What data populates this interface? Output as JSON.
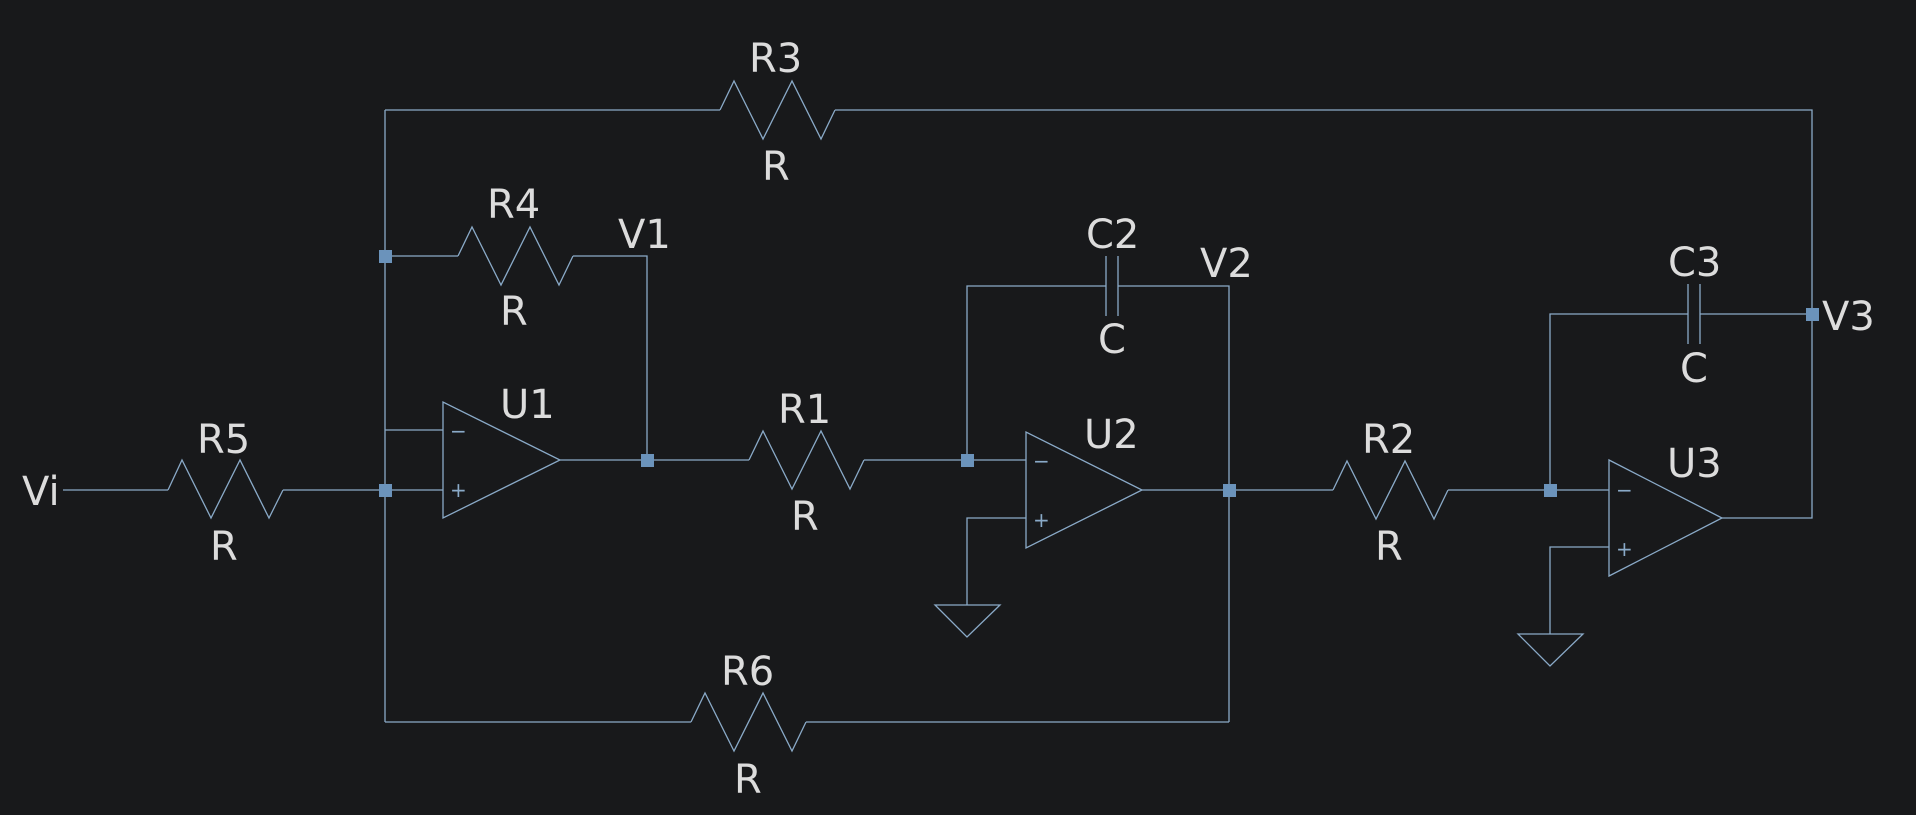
{
  "diagram": {
    "resistors": [
      {
        "ref": "R1",
        "value": "R"
      },
      {
        "ref": "R2",
        "value": "R"
      },
      {
        "ref": "R3",
        "value": "R"
      },
      {
        "ref": "R4",
        "value": "R"
      },
      {
        "ref": "R5",
        "value": "R"
      },
      {
        "ref": "R6",
        "value": "R"
      }
    ],
    "capacitors": [
      {
        "ref": "C2",
        "value": "C"
      },
      {
        "ref": "C3",
        "value": "C"
      }
    ],
    "opamps": [
      {
        "ref": "U1",
        "minus": "−",
        "plus": "+"
      },
      {
        "ref": "U2",
        "minus": "−",
        "plus": "+"
      },
      {
        "ref": "U3",
        "minus": "−",
        "plus": "+"
      }
    ],
    "nets": {
      "vi": "Vi",
      "v1": "V1",
      "v2": "V2",
      "v3": "V3"
    },
    "colors": {
      "background": "#18191b",
      "wire": "#8aaac8",
      "junction": "#6b93bb",
      "text": "#dcdcdc"
    }
  }
}
